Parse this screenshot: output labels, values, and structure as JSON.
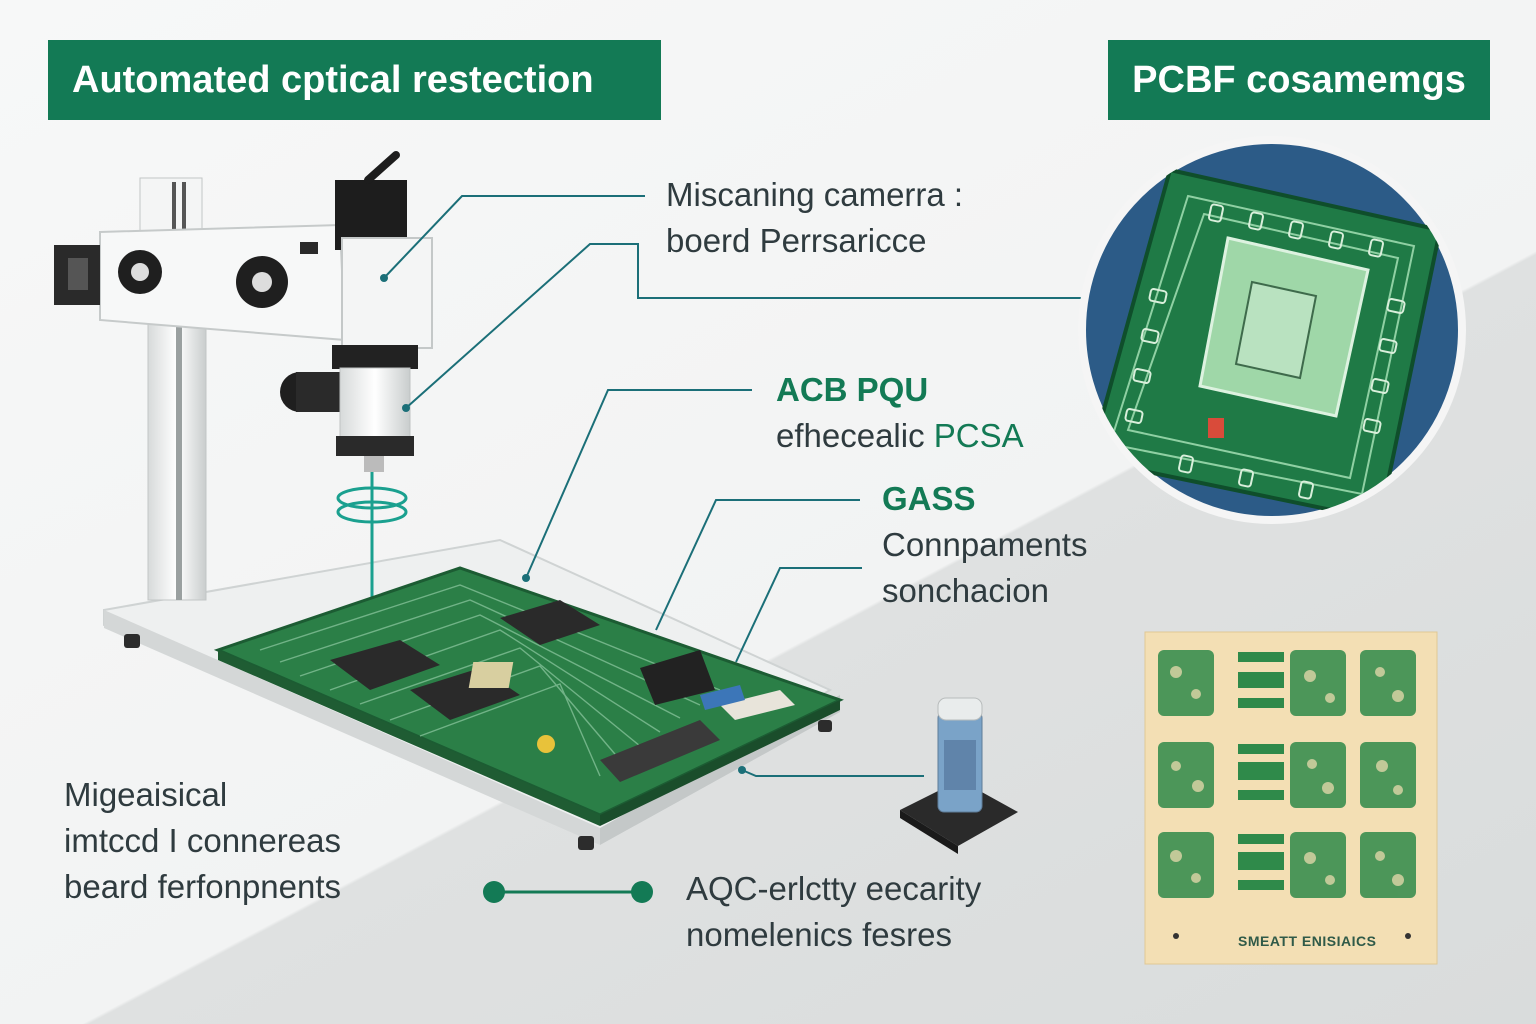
{
  "banners": {
    "left": "Automated cptical restection",
    "right": "PCBF cosamemgs"
  },
  "callouts": {
    "camera": {
      "line1": "Miscaning camerra :",
      "line2": "boerd Perrsaricce"
    },
    "acb": {
      "line1": "ACB PQU",
      "line2_a": "efhecealic ",
      "line2_b": "PCSA"
    },
    "gass": {
      "line1": "GASS",
      "line2": "Connpaments",
      "line3": "sonchacion"
    },
    "bottom_left": {
      "line1": "Migeaisical",
      "line2": "imtccd I connereas",
      "line3": "beard ferfonpnents"
    },
    "bottom_mid": {
      "line1": "AQC-erlctty eecarity",
      "line2": "nomelenics fesres"
    }
  },
  "sample_card": {
    "label": "SMEATT ENISIAICS"
  },
  "icons": [
    "microscope-camera",
    "pcb-board",
    "chip-zoom-magnifier",
    "sample-vial",
    "connector-dot"
  ],
  "colors": {
    "brand_green": "#137a55",
    "text_dark": "#2f3b3f",
    "leader_line": "#1b6f78",
    "pcb_green": "#1f7a46",
    "chip_blue": "#2c5b87",
    "card_bg": "#f3dfb4"
  }
}
